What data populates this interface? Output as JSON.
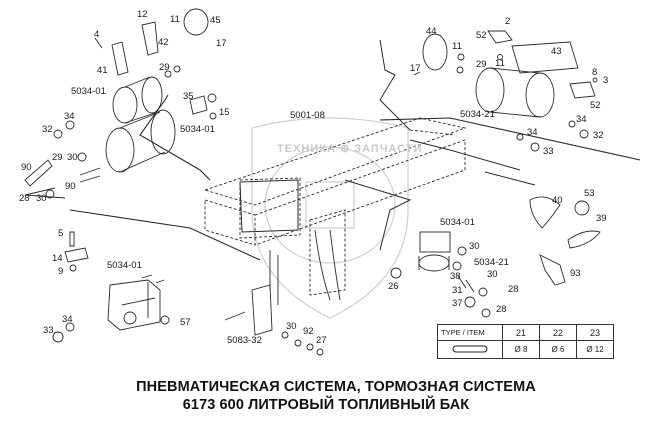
{
  "diagram": {
    "title_line1": "ПНЕВМАТИЧЕСКАЯ СИСТЕМА, ТОРМОЗНАЯ СИСТЕМА",
    "title_line2": "6173  600 ЛИТРОВЫЙ ТОПЛИВНЫЙ БАК",
    "watermark": "ТЕХНИКА ⊕ ЗАПЧАСТИ",
    "callouts": {
      "c12": "12",
      "c11a": "11",
      "c45": "45",
      "c17a": "17",
      "c4": "4",
      "c42": "42",
      "c41": "41",
      "c29a": "29",
      "c5034_01_a": "5034-01",
      "c35": "35",
      "c15": "15",
      "c5034_01_b": "5034-01",
      "c34a": "34",
      "c32a": "32",
      "c29b": "29",
      "c30a": "30",
      "c90a": "90",
      "c90b": "90",
      "c28a": "28",
      "c30b": "30",
      "c44": "44",
      "c2": "2",
      "c52a": "52",
      "c11b": "11",
      "c11c": "11",
      "c43": "43",
      "c17b": "17",
      "c29c": "29",
      "c8": "8",
      "c3": "3",
      "c52b": "52",
      "c5034_21_a": "5034-21",
      "c34b": "34",
      "c34c": "34",
      "c32b": "32",
      "c33a": "33",
      "c5001_08": "5001-08",
      "c40": "40",
      "c53": "53",
      "c39": "39",
      "c93": "93",
      "c5034_01_c": "5034-01",
      "c30c": "30",
      "c5034_21_b": "5034-21",
      "c26": "26",
      "c38": "38",
      "c30d": "30",
      "c31": "31",
      "c28b": "28",
      "c37": "37",
      "c28c": "28",
      "c5": "5",
      "c14": "14",
      "c9": "9",
      "c5034_01_d": "5034-01",
      "c34d": "34",
      "c33b": "33",
      "c57": "57",
      "c5083_32": "5083-32",
      "c30e": "30",
      "c92": "92",
      "c27": "27"
    },
    "spec_table": {
      "header": "TYPE / ITEM",
      "items": [
        "21",
        "22",
        "23"
      ],
      "values": [
        "Ø 8",
        "Ø 6",
        "Ø 12"
      ]
    }
  }
}
